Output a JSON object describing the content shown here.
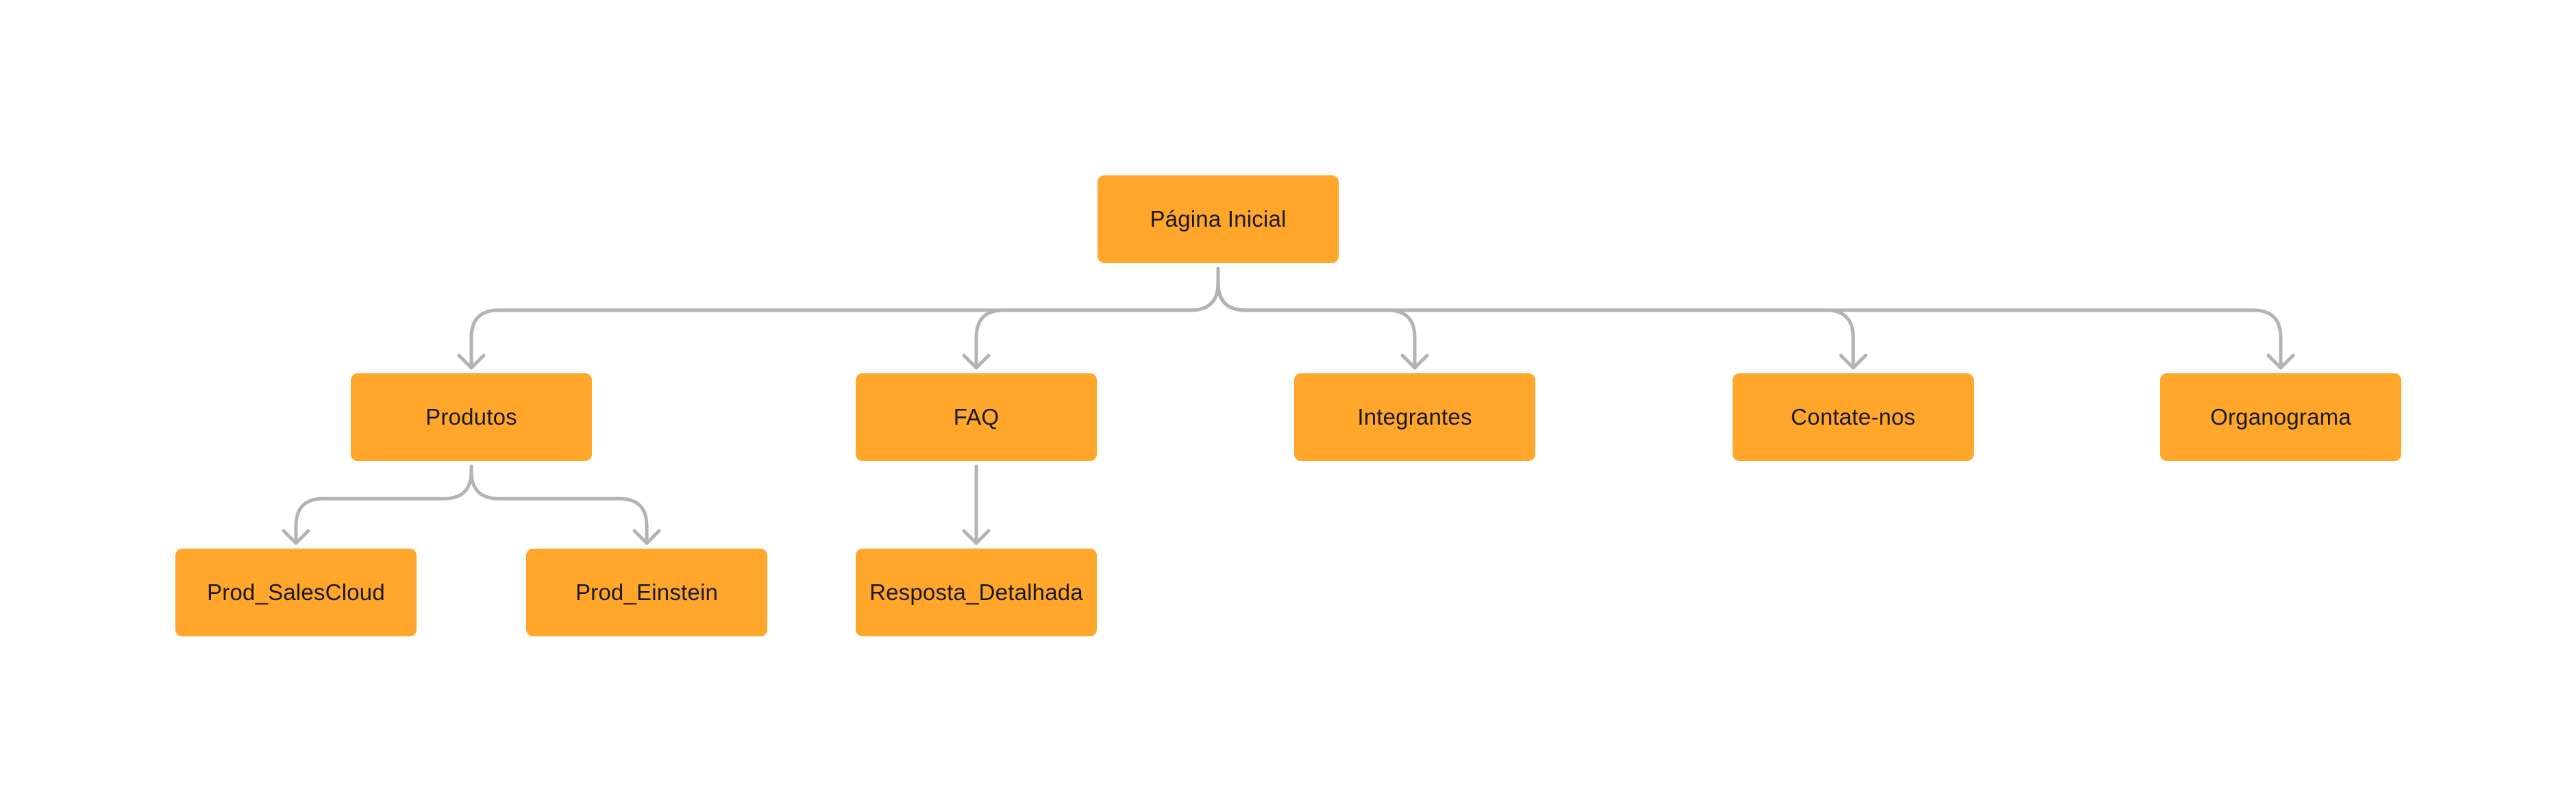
{
  "diagram": {
    "colors": {
      "node_fill": "#ffa62b",
      "node_text": "#1a1a1a",
      "connector": "#b3b3b3",
      "background": "#ffffff"
    },
    "nodes": {
      "home": {
        "label": "Página Inicial"
      },
      "produtos": {
        "label": "Produtos"
      },
      "faq": {
        "label": "FAQ"
      },
      "integrantes": {
        "label": "Integrantes"
      },
      "contate": {
        "label": "Contate-nos"
      },
      "organograma": {
        "label": "Organograma"
      },
      "salescloud": {
        "label": "Prod_SalesCloud"
      },
      "einstein": {
        "label": "Prod_Einstein"
      },
      "resposta": {
        "label": "Resposta_Detalhada"
      }
    },
    "edges": [
      {
        "from": "home",
        "to": "produtos"
      },
      {
        "from": "home",
        "to": "faq"
      },
      {
        "from": "home",
        "to": "integrantes"
      },
      {
        "from": "home",
        "to": "contate"
      },
      {
        "from": "home",
        "to": "organograma"
      },
      {
        "from": "produtos",
        "to": "salescloud"
      },
      {
        "from": "produtos",
        "to": "einstein"
      },
      {
        "from": "faq",
        "to": "resposta"
      }
    ]
  }
}
